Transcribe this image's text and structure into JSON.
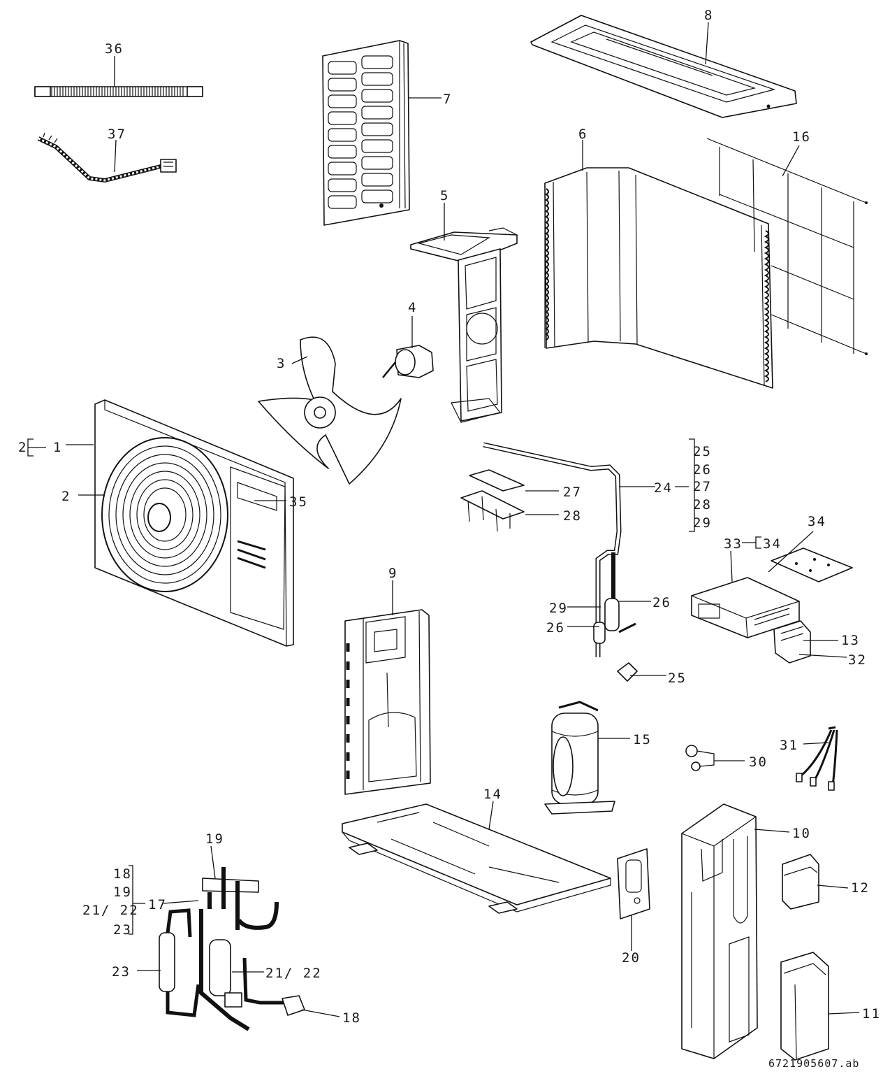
{
  "labels": {
    "p1": "1",
    "p2a": "2",
    "p2b": "2",
    "p3": "3",
    "p4": "4",
    "p5": "5",
    "p6": "6",
    "p7": "7",
    "p8": "8",
    "p9": "9",
    "p10": "10",
    "p11": "11",
    "p12": "12",
    "p13": "13",
    "p14": "14",
    "p15": "15",
    "p16": "16",
    "p17": "17",
    "p18": "18",
    "p19": "19",
    "p20": "20",
    "p21_22": "21/ 22",
    "p23": "23",
    "p24": "24",
    "p25": "25",
    "p26a": "26",
    "p26b": "26",
    "p27": "27",
    "p28": "28",
    "p29": "29",
    "p30": "30",
    "p31": "31",
    "p32": "32",
    "p33": "33",
    "p34": "34",
    "p34b": "34",
    "p35": "35",
    "p36": "36",
    "p37": "37"
  },
  "group24": [
    "25",
    "26",
    "27",
    "28",
    "29"
  ],
  "group17": [
    "18",
    "19",
    "21/ 22",
    "23"
  ],
  "reference": "6721905607.ab"
}
